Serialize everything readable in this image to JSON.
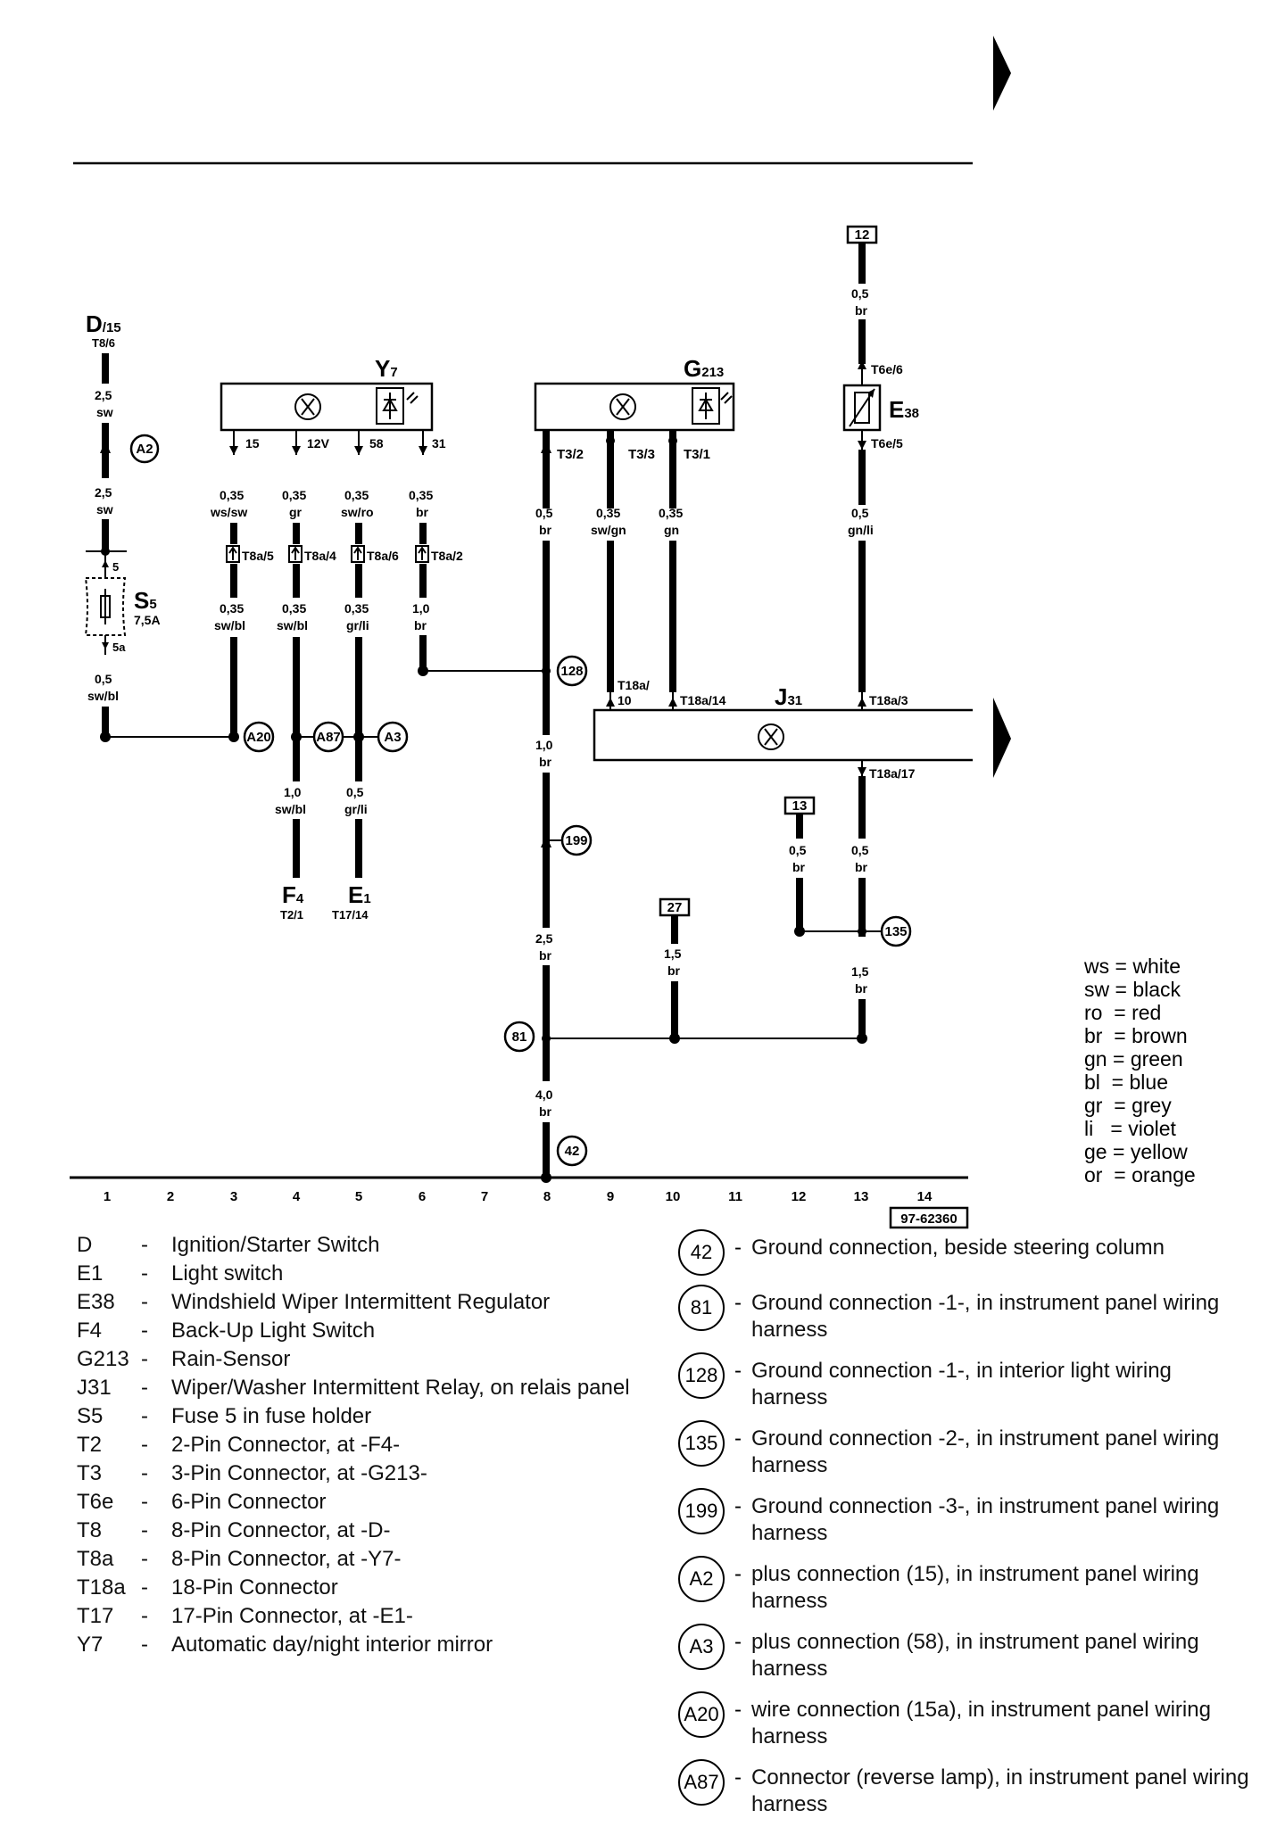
{
  "components": {
    "D": {
      "name": "D",
      "sub": "/15",
      "pin": "T8/6"
    },
    "Y7": {
      "name": "Y",
      "sub": "7"
    },
    "G213": {
      "name": "G",
      "sub": "213"
    },
    "E38": {
      "name": "E",
      "sub": "38"
    },
    "S5": {
      "name": "S",
      "sub": "5",
      "rating": "7,5A"
    },
    "J31": {
      "name": "J",
      "sub": "31"
    },
    "F4": {
      "name": "F",
      "sub": "4",
      "pin": "T2/1"
    },
    "E1": {
      "name": "E",
      "sub": "1",
      "pin": "T17/14"
    }
  },
  "wire_labels": [
    {
      "id": "d1",
      "size": "2,5",
      "color": "sw"
    },
    {
      "id": "d2",
      "size": "2,5",
      "color": "sw"
    },
    {
      "id": "d3",
      "size": "0,5",
      "color": "sw/bl"
    },
    {
      "id": "y15a",
      "size": "0,35",
      "color": "ws/sw"
    },
    {
      "id": "y12a",
      "size": "0,35",
      "color": "gr"
    },
    {
      "id": "y58a",
      "size": "0,35",
      "color": "sw/ro"
    },
    {
      "id": "y31a",
      "size": "0,35",
      "color": "br"
    },
    {
      "id": "y15b",
      "size": "0,35",
      "color": "sw/bl"
    },
    {
      "id": "y12b",
      "size": "0,35",
      "color": "sw/bl"
    },
    {
      "id": "y58b",
      "size": "0,35",
      "color": "gr/li"
    },
    {
      "id": "y31b",
      "size": "1,0",
      "color": "br"
    },
    {
      "id": "f4w",
      "size": "1,0",
      "color": "sw/bl"
    },
    {
      "id": "e1w",
      "size": "0,5",
      "color": "gr/li"
    },
    {
      "id": "g1",
      "size": "0,5",
      "color": "br"
    },
    {
      "id": "g2",
      "size": "0,35",
      "color": "sw/gn"
    },
    {
      "id": "g3",
      "size": "0,35",
      "color": "gn"
    },
    {
      "id": "c8a",
      "size": "1,0",
      "color": "br"
    },
    {
      "id": "c8b",
      "size": "2,5",
      "color": "br"
    },
    {
      "id": "c8c",
      "size": "4,0",
      "color": "br"
    },
    {
      "id": "c10",
      "size": "1,5",
      "color": "br"
    },
    {
      "id": "c12",
      "size": "0,5",
      "color": "br"
    },
    {
      "id": "c13a",
      "size": "0,5",
      "color": "br"
    },
    {
      "id": "c13b",
      "size": "1,5",
      "color": "br"
    },
    {
      "id": "e38top",
      "size": "0,5",
      "color": "br"
    },
    {
      "id": "e38bot",
      "size": "0,5",
      "color": "gn/li"
    }
  ],
  "pin_labels": {
    "y_15": "15",
    "y_12": "12V",
    "y_58": "58",
    "y_31": "31",
    "t8a5": "T8a/5",
    "t8a4": "T8a/4",
    "t8a6": "T8a/6",
    "t8a2": "T8a/2",
    "t32": "T3/2",
    "t33": "T3/3",
    "t31": "T3/1",
    "t6e6": "T6e/6",
    "t6e5": "T6e/5",
    "t18a10": "T18a/",
    "t18a10b": "10",
    "t18a14": "T18a/14",
    "t18a3": "T18a/3",
    "t18a17": "T18a/17",
    "s5top": "5",
    "s5bot": "5a"
  },
  "ref_boxes": {
    "r12": "12",
    "r13": "13",
    "r27": "27"
  },
  "ground_points": {
    "g42": "42",
    "g81": "81",
    "g128": "128",
    "g135": "135",
    "g199": "199",
    "a2": "A2",
    "a3": "A3",
    "a20": "A20",
    "a87": "A87"
  },
  "columns": [
    "1",
    "2",
    "3",
    "4",
    "5",
    "6",
    "7",
    "8",
    "9",
    "10",
    "11",
    "12",
    "13",
    "14"
  ],
  "diagram_id": "97-62360",
  "color_codes": [
    {
      "code": "ws",
      "sep": " = ",
      "name": "white"
    },
    {
      "code": "sw",
      "sep": " = ",
      "name": "black"
    },
    {
      "code": "ro",
      "sep": "  = ",
      "name": "red"
    },
    {
      "code": "br",
      "sep": "  = ",
      "name": "brown"
    },
    {
      "code": "gn",
      "sep": " = ",
      "name": "green"
    },
    {
      "code": "bl",
      "sep": "  = ",
      "name": "blue"
    },
    {
      "code": "gr",
      "sep": "  = ",
      "name": "grey"
    },
    {
      "code": "li",
      "sep": "   = ",
      "name": "violet"
    },
    {
      "code": "ge",
      "sep": " = ",
      "name": "yellow"
    },
    {
      "code": "or",
      "sep": "  = ",
      "name": "orange"
    }
  ],
  "legend": [
    {
      "code": "D",
      "desc": "Ignition/Starter Switch"
    },
    {
      "code": "E1",
      "desc": "Light switch"
    },
    {
      "code": "E38",
      "desc": "Windshield Wiper Intermittent Regulator"
    },
    {
      "code": "F4",
      "desc": "Back-Up Light Switch"
    },
    {
      "code": "G213",
      "desc": "Rain-Sensor"
    },
    {
      "code": "J31",
      "desc": "Wiper/Washer Intermittent Relay, on relais panel"
    },
    {
      "code": "S5",
      "desc": "Fuse 5 in fuse holder"
    },
    {
      "code": "T2",
      "desc": "2-Pin Connector, at -F4-"
    },
    {
      "code": "T3",
      "desc": "3-Pin Connector, at -G213-"
    },
    {
      "code": "T6e",
      "desc": "6-Pin Connector"
    },
    {
      "code": "T8",
      "desc": "8-Pin Connector, at -D-"
    },
    {
      "code": "T8a",
      "desc": "8-Pin Connector, at -Y7-"
    },
    {
      "code": "T18a",
      "desc": "18-Pin Connector"
    },
    {
      "code": "T17",
      "desc": "17-Pin Connector, at -E1-"
    },
    {
      "code": "Y7",
      "desc": "Automatic day/night interior mirror"
    }
  ],
  "connections": [
    {
      "code": "42",
      "desc": "Ground connection, beside steering column"
    },
    {
      "code": "81",
      "desc": "Ground connection -1-, in instrument panel wiring harness"
    },
    {
      "code": "128",
      "desc": "Ground connection -1-, in interior light wiring harness"
    },
    {
      "code": "135",
      "desc": "Ground connection -2-, in instrument panel wiring harness"
    },
    {
      "code": "199",
      "desc": "Ground connection -3-, in instrument panel wiring harness"
    },
    {
      "code": "A2",
      "desc": "plus connection (15), in instrument panel wiring harness"
    },
    {
      "code": "A3",
      "desc": "plus connection (58), in instrument panel wiring harness"
    },
    {
      "code": "A20",
      "desc": "wire connection (15a), in instrument panel wiring harness"
    },
    {
      "code": "A87",
      "desc": "Connector (reverse lamp), in instrument panel wiring harness"
    }
  ],
  "dash": "-"
}
